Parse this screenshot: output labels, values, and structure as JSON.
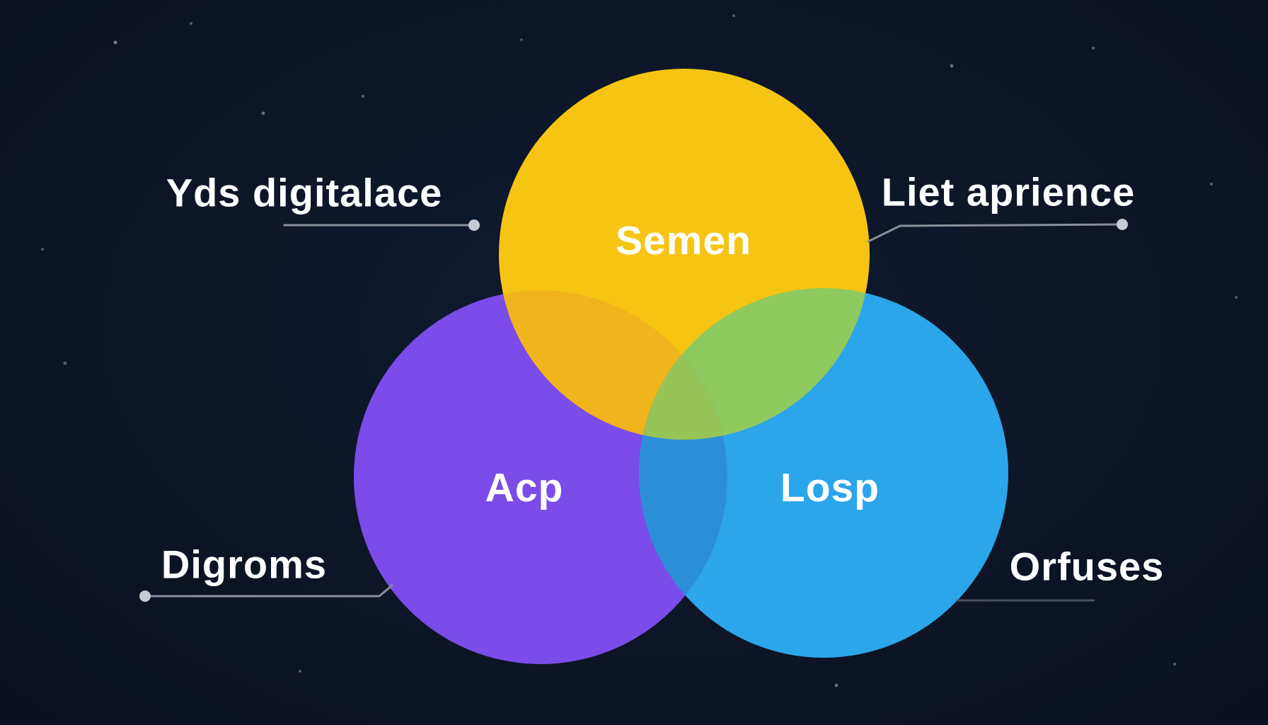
{
  "diagram": {
    "type": "venn",
    "background_color": "#0d1526",
    "text_color": "#ffffff",
    "leader_line_color": "#8a8f9c",
    "leader_line_dim_color": "#4b5264",
    "leader_dot_color": "#c6cad3",
    "circles": [
      {
        "id": "top",
        "label": "Semen",
        "color": "#f6c513"
      },
      {
        "id": "bottom-left",
        "label": "Acp",
        "color": "#7b4ce9"
      },
      {
        "id": "bottom-right",
        "label": "Losp",
        "color": "#2ca6ea"
      }
    ],
    "overlaps": {
      "semen_acp": "#f0b41c",
      "semen_losp": "#8eca5d",
      "acp_losp": "#2b8fd8",
      "center": "#97c457"
    },
    "callouts": [
      {
        "id": "top-left",
        "label": "Yds digitalace"
      },
      {
        "id": "top-right",
        "label": "Liet aprience"
      },
      {
        "id": "bottom-left",
        "label": "Digroms"
      },
      {
        "id": "bottom-right",
        "label": "Orfuses"
      }
    ]
  }
}
